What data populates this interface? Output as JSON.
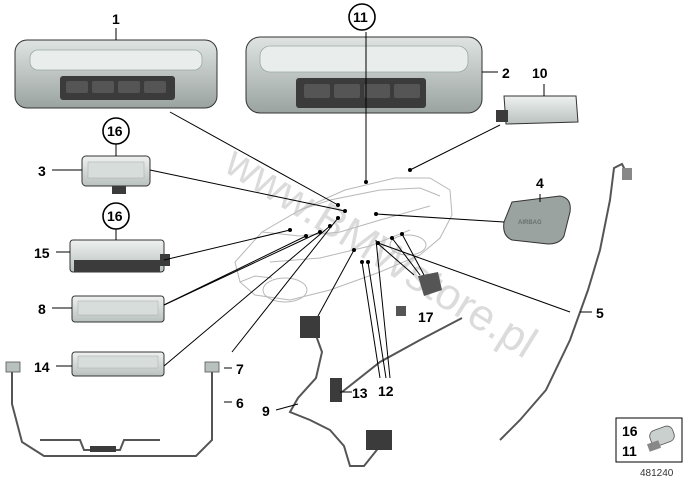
{
  "callouts": {
    "c1": "1",
    "c2": "2",
    "c3": "3",
    "c4": "4",
    "c5": "5",
    "c6": "6",
    "c7": "7",
    "c8": "8",
    "c9": "9",
    "c10": "10",
    "c11": "11",
    "c12": "12",
    "c13": "13",
    "c14": "14",
    "c15": "15",
    "c16a": "16",
    "c16b": "16",
    "c17": "17"
  },
  "legend_box": {
    "top": "16",
    "bottom": "11"
  },
  "airbag_label": "AIRBAG",
  "watermark": "www.BMWstore.pl",
  "reference_number": "481240",
  "colors": {
    "part_fill": "#c9d0cd",
    "part_dark": "#3b3b3b",
    "line": "#000000"
  }
}
